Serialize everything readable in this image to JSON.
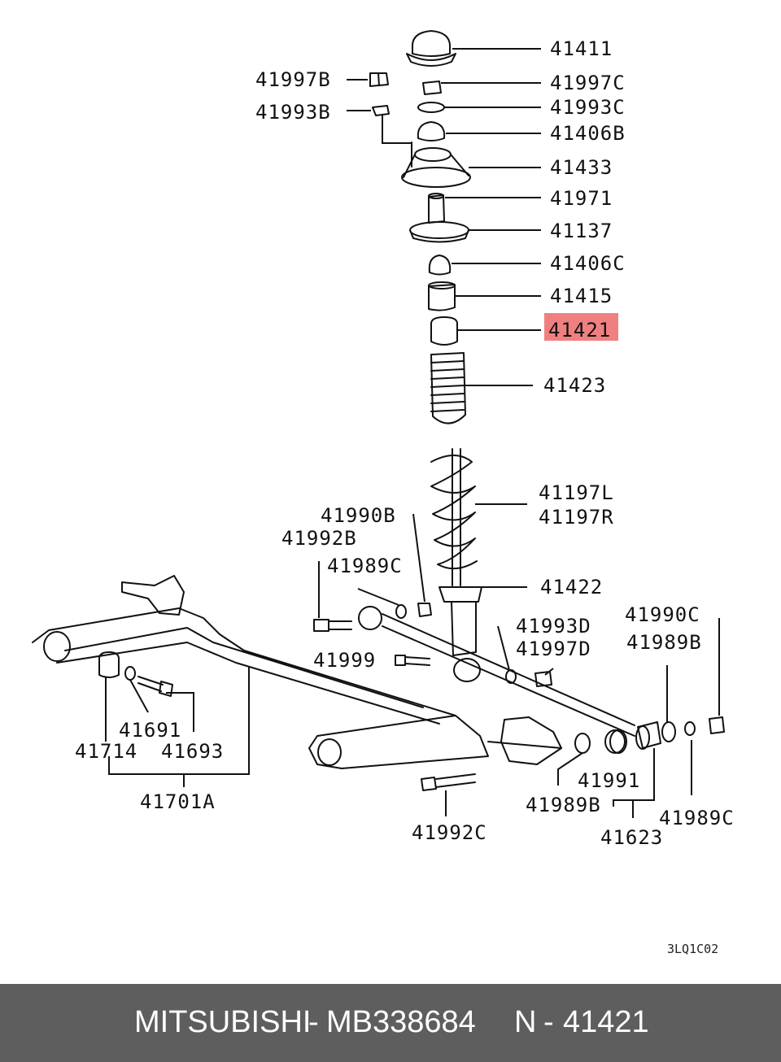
{
  "diagram": {
    "reference_code": "3LQ1C02",
    "highlight_color": "#f08080",
    "highlighted_label": "41421",
    "labels": {
      "l41411": "41411",
      "l41997B": "41997B",
      "l41997C": "41997C",
      "l41993B": "41993B",
      "l41993C": "41993C",
      "l41406B": "41406B",
      "l41433": "41433",
      "l41971": "41971",
      "l41137": "41137",
      "l41406C": "41406C",
      "l41415": "41415",
      "l41421": "41421",
      "l41423": "41423",
      "l41197L": "41197L",
      "l41197R": "41197R",
      "l41990B": "41990B",
      "l41992B": "41992B",
      "l41989C_top": "41989C",
      "l41422": "41422",
      "l41990C": "41990C",
      "l41989B_right": "41989B",
      "l41993D": "41993D",
      "l41997D": "41997D",
      "l41999": "41999",
      "l41691": "41691",
      "l41714": "41714",
      "l41693": "41693",
      "l41701A": "41701A",
      "l41991": "41991",
      "l41989B_bottom": "41989B",
      "l41989C_bottom": "41989C",
      "l41623": "41623",
      "l41992C": "41992C"
    }
  },
  "footer": {
    "brand": "MITSUBISHI",
    "separator": "-",
    "part_number": "MB338684",
    "n_label": "N",
    "separator2": "-",
    "diagram_number": "41421"
  }
}
